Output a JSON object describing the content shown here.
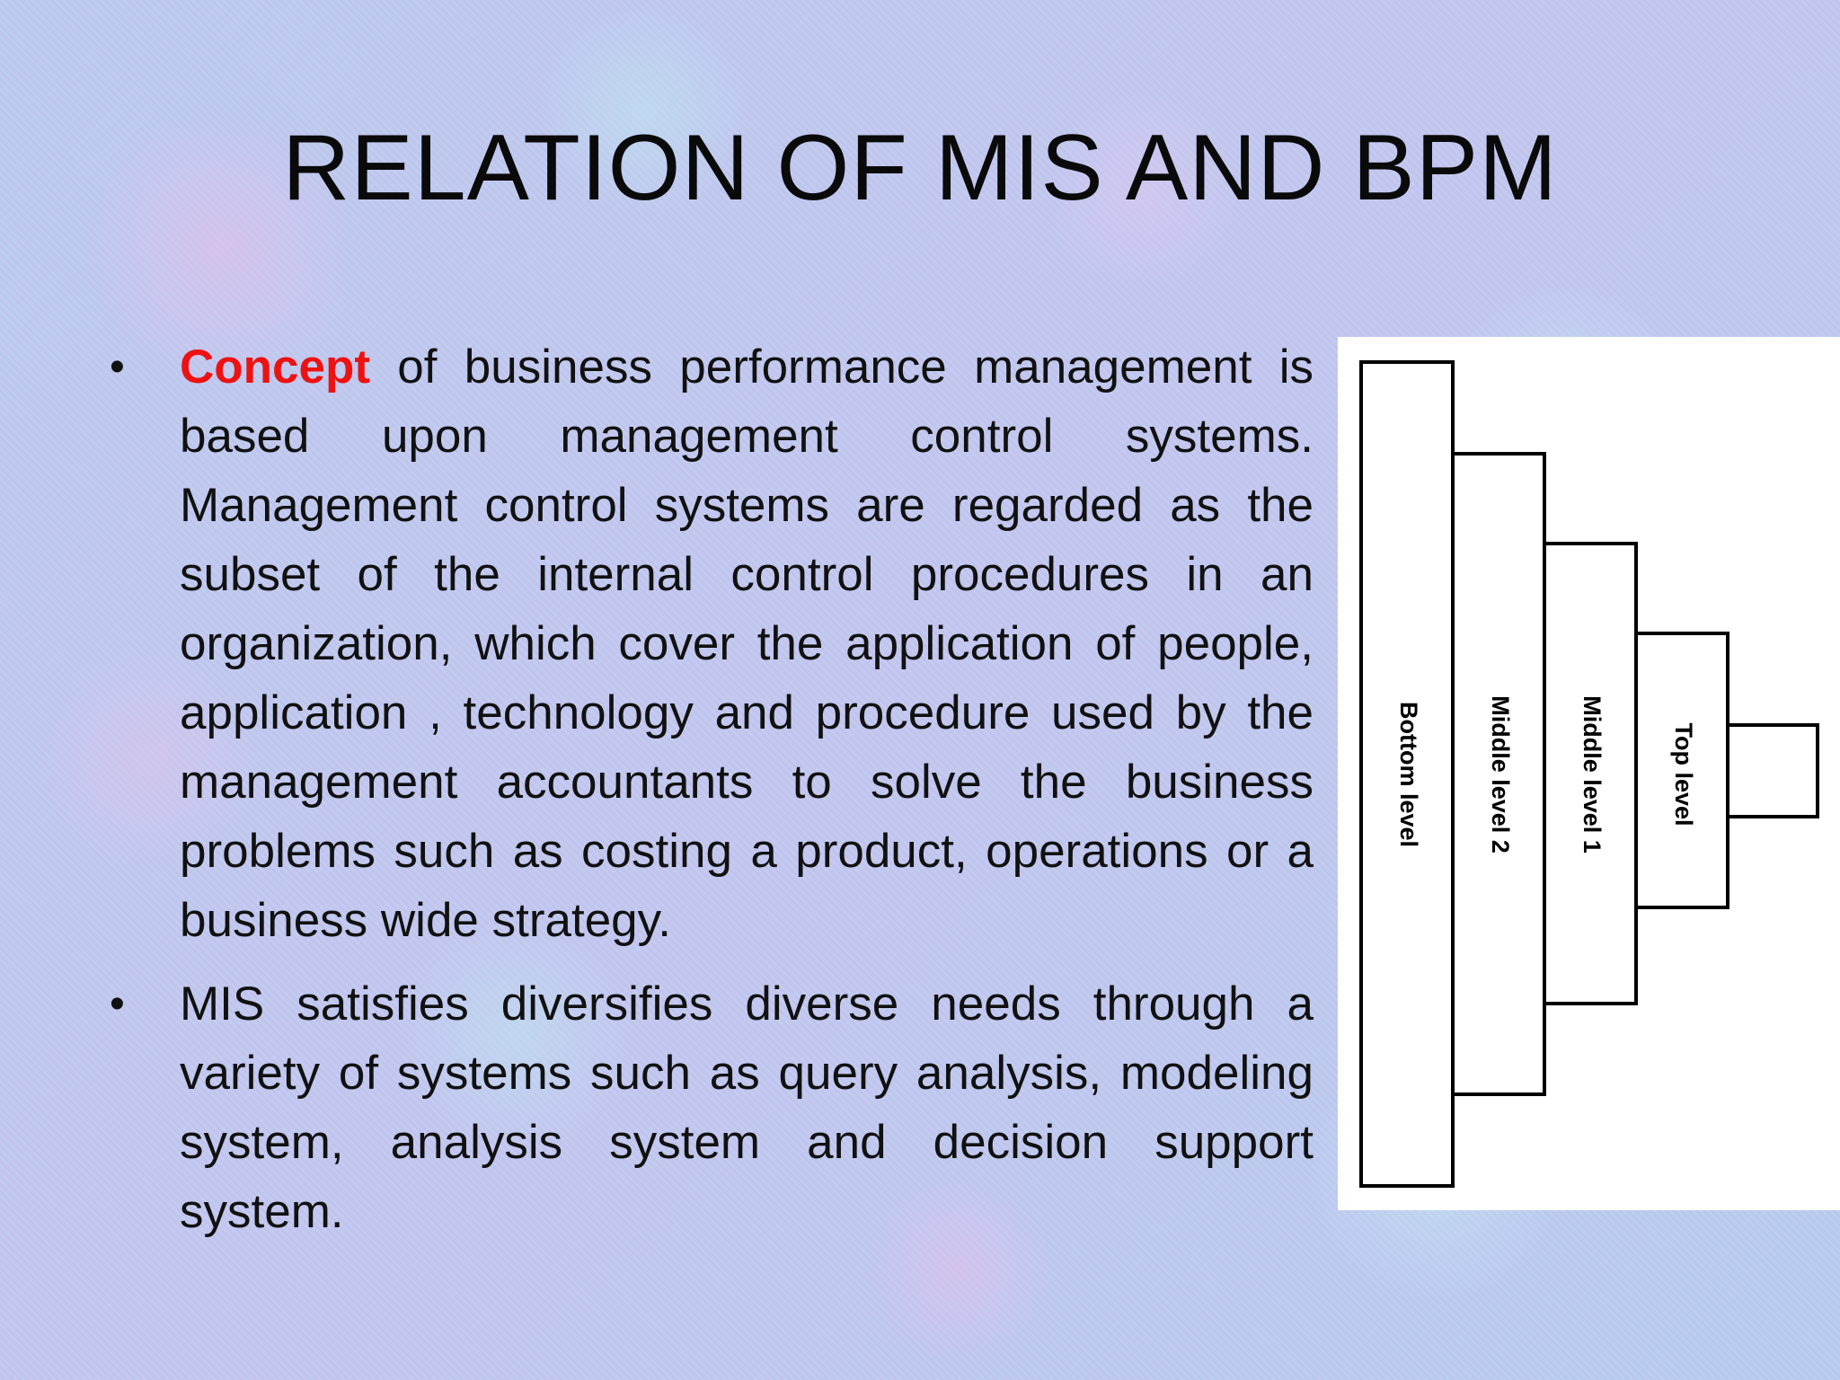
{
  "slide": {
    "title": "RELATION OF MIS AND BPM",
    "bullets": [
      {
        "highlight": "Concept",
        "text": " of business performance management is based upon management control systems. Management control systems are regarded as the subset of the internal control procedures in an organization, which cover the application of people, application , technology and procedure used by the management accountants to solve the business problems such as costing a product, operations or a business wide strategy."
      },
      {
        "highlight": "",
        "text": "MIS satisfies diversifies diverse needs through a variety of systems such as query analysis, modeling system, analysis system and decision support system."
      }
    ],
    "bullet_glyph": "•",
    "highlight_color": "#ee1111"
  },
  "pyramid": {
    "levels": [
      "Bottom level",
      "Middle level 2",
      "Middle level 1",
      "Top level"
    ]
  }
}
